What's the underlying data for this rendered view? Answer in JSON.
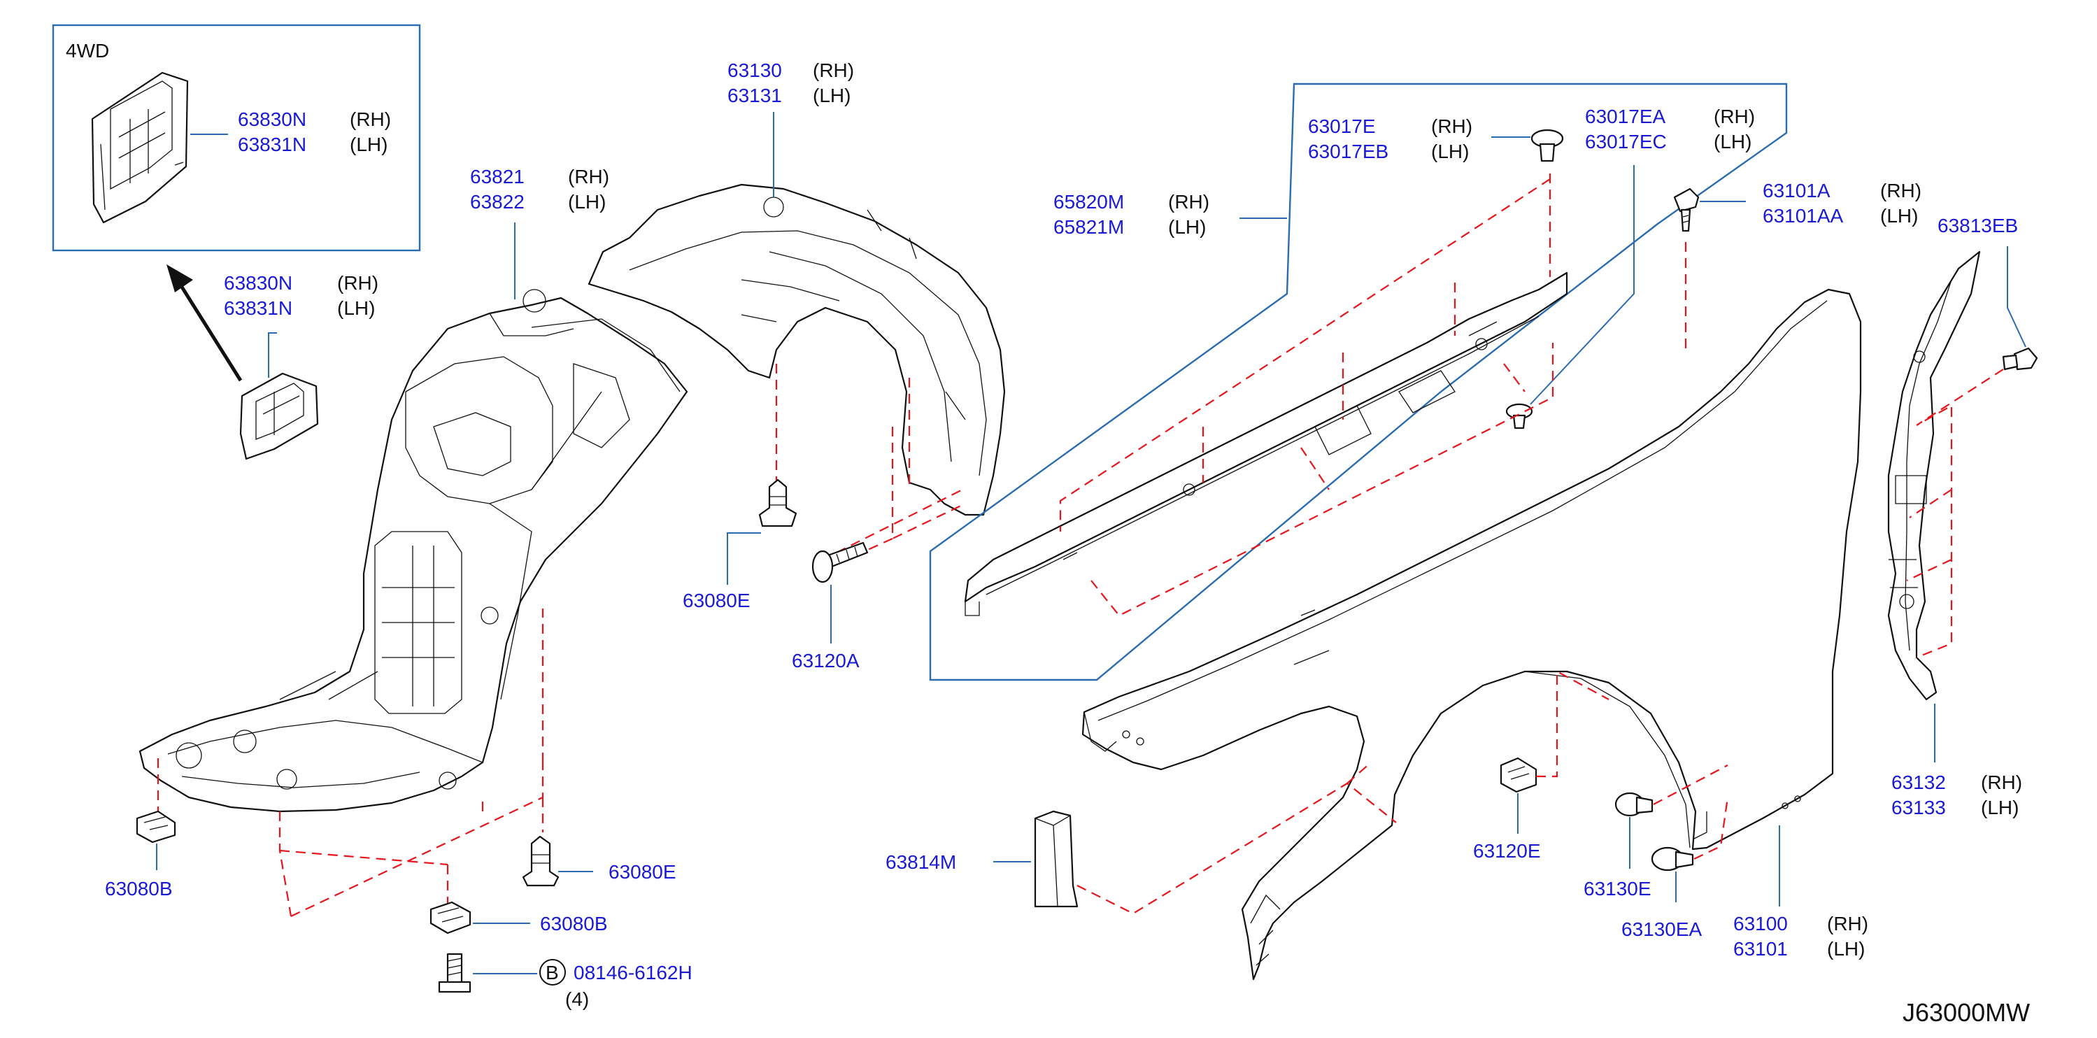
{
  "colors": {
    "part_number": "#1a1ad6",
    "leader": "#2b6cb0",
    "dashed_line": "#e8141b",
    "outline": "#111111"
  },
  "inset": {
    "label": "4WD",
    "part": {
      "no1": "63830N",
      "no2": "63831N",
      "s1": "(RH)",
      "s2": "(LH)"
    }
  },
  "callouts": {
    "p63130": {
      "no1": "63130",
      "no2": "63131",
      "s1": "(RH)",
      "s2": "(LH)"
    },
    "p63821": {
      "no1": "63821",
      "no2": "63822",
      "s1": "(RH)",
      "s2": "(LH)"
    },
    "p63830": {
      "no1": "63830N",
      "no2": "63831N",
      "s1": "(RH)",
      "s2": "(LH)"
    },
    "p65820": {
      "no1": "65820M",
      "no2": "65821M",
      "s1": "(RH)",
      "s2": "(LH)"
    },
    "p63017e": {
      "no1": "63017E",
      "no2": "63017EB",
      "s1": "(RH)",
      "s2": "(LH)"
    },
    "p63017ea": {
      "no1": "63017EA",
      "no2": "63017EC",
      "s1": "(RH)",
      "s2": "(LH)"
    },
    "p63101": {
      "no1": "63101A",
      "no2": "63101AA",
      "s1": "(RH)",
      "s2": "(LH)"
    },
    "p63132": {
      "no1": "63132",
      "no2": "63133",
      "s1": "(RH)",
      "s2": "(LH)"
    },
    "p63100": {
      "no1": "63100",
      "no2": "63101",
      "s1": "(RH)",
      "s2": "(LH)"
    },
    "p63813eb": "63813EB",
    "p63080e_a": "63080E",
    "p63120a": "63120A",
    "p63080b_l": "63080B",
    "p63080e_b": "63080E",
    "p63080b_b": "63080B",
    "p08146": {
      "no": "08146-6162H",
      "badge": "B",
      "qty": "(4)"
    },
    "p63814m": "63814M",
    "p63120e": "63120E",
    "p63130e": "63130E",
    "p63130ea": "63130EA"
  },
  "diagram_id": "J63000MW"
}
